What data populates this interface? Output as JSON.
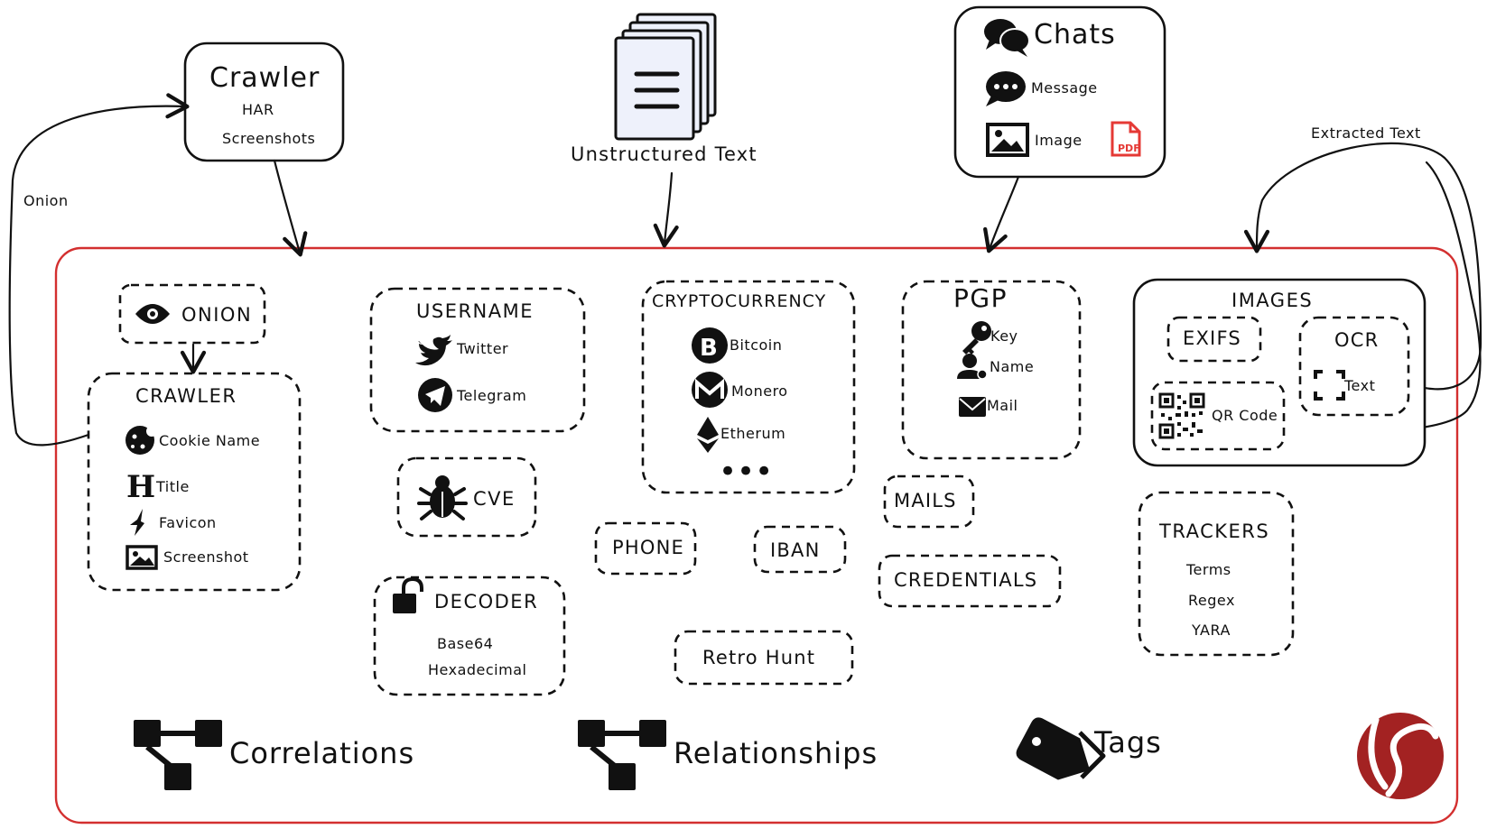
{
  "sources": {
    "crawler": {
      "title": "Crawler",
      "items": [
        "HAR",
        "Screenshots"
      ]
    },
    "unstructured": {
      "title": "Unstructured Text"
    },
    "chats": {
      "title": "Chats",
      "items": [
        "Message",
        "Image"
      ],
      "pdf_badge": "PDF"
    }
  },
  "edge_labels": {
    "onion": "Onion",
    "extracted_text": "Extracted Text"
  },
  "modules": {
    "onion": {
      "title": "ONION"
    },
    "crawler": {
      "title": "CRAWLER",
      "items": [
        "Cookie Name",
        "Title",
        "Favicon",
        "Screenshot"
      ]
    },
    "username": {
      "title": "USERNAME",
      "items": [
        "Twitter",
        "Telegram"
      ]
    },
    "cve": {
      "title": "CVE"
    },
    "decoder": {
      "title": "DECODER",
      "items": [
        "Base64",
        "Hexadecimal"
      ]
    },
    "cryptocurrency": {
      "title": "CRYPTOCURRENCY",
      "items": [
        "Bitcoin",
        "Monero",
        "Etherum"
      ],
      "more": "•••"
    },
    "phone": {
      "title": "PHONE"
    },
    "iban": {
      "title": "IBAN"
    },
    "retro_hunt": {
      "title": "Retro Hunt"
    },
    "pgp": {
      "title": "PGP",
      "items": [
        "Key",
        "Name",
        "Mail"
      ]
    },
    "mails": {
      "title": "MAILS"
    },
    "credentials": {
      "title": "CREDENTIALS"
    },
    "images": {
      "title": "IMAGES",
      "exifs": "EXIFS",
      "ocr": {
        "title": "OCR",
        "item": "Text"
      },
      "qr": "QR Code"
    },
    "trackers": {
      "title": "TRACKERS",
      "items": [
        "Terms",
        "Regex",
        "YARA"
      ]
    }
  },
  "footer": {
    "correlations": "Correlations",
    "relationships": "Relationships",
    "tags": "Tags"
  },
  "colors": {
    "frame": "#d32f2f",
    "logo": "#a32222",
    "ink": "#111111",
    "pdf": "#e53935"
  },
  "icons": {
    "eye": "eye-icon",
    "cookie": "cookie-icon",
    "heading": "heading-icon",
    "favicon": "favicon-icon",
    "image": "image-icon",
    "twitter": "twitter-icon",
    "telegram": "telegram-icon",
    "bug": "bug-icon",
    "unlock": "unlock-icon",
    "bitcoin": "bitcoin-icon",
    "monero": "monero-icon",
    "ethereum": "ethereum-icon",
    "key": "key-icon",
    "user": "user-icon",
    "mail": "mail-icon",
    "qr": "qr-code-icon",
    "scan": "scan-icon",
    "tree": "tree-icon",
    "tags": "tags-icon",
    "document": "document-icon",
    "chat": "chat-icon",
    "pdf": "pdf-icon"
  }
}
